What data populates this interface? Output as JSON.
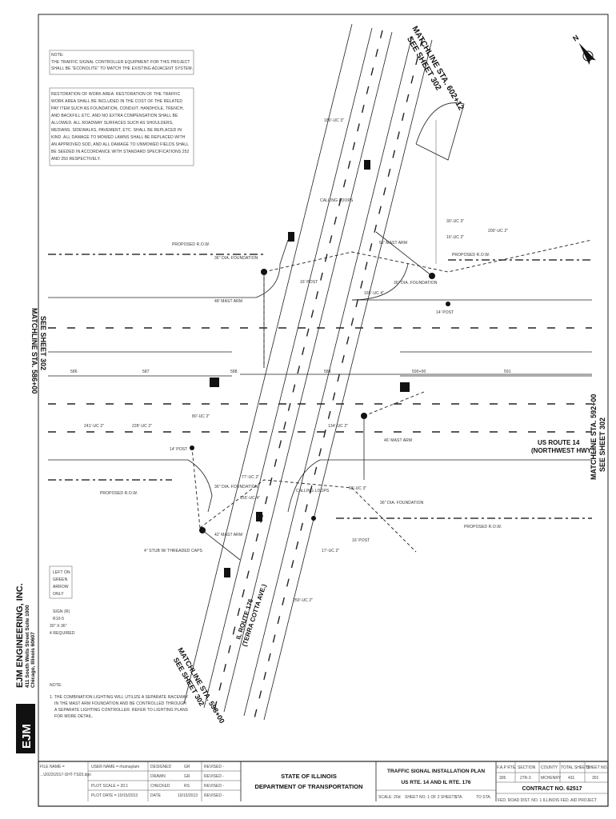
{
  "notes": {
    "controller_title": "NOTE:",
    "controller_text": [
      "THE TRAFFIC SIGNAL CONTROLLER EQUIPMENT FOR THIS PROJECT",
      "SHALL BE \"ECONOLITE\" TO MATCH THE EXISTING ADJACENT SYSTEM."
    ],
    "restoration_text": [
      "RESTORATION OF WORK AREA: RESTORATION OF THE TRAFFIC",
      "WORK AREA SHALL BE INCLUDED IN THE COST OF THE RELATED",
      "PAY ITEM SUCH AS FOUNDATION, CONDUIT, HANDHOLE, TRENCH,",
      "AND BACKFILL ETC. AND NO EXTRA COMPENSATION SHALL BE",
      "ALLOWED. ALL ROADWAY SURFACES SUCH AS SHOULDERS,",
      "MEDIANS, SIDEWALKS, PAVEMENT, ETC. SHALL BE REPLACED IN",
      "KIND. ALL DAMAGE TO MOWED LAWNS SHALL BE REPLACED WITH",
      "AN APPROVED SOD, AND ALL DAMAGE TO UNMOWED FIELDS SHALL",
      "BE SEEDED IN ACCORDANCE WITH STANDARD SPECIFICATIONS 252",
      "AND 250 RESPECTIVELY."
    ],
    "lighting_title": "NOTE:",
    "lighting_text": [
      "1. THE COMBINATION LIGHTING WILL UTILIZE A SEPARATE RACEWAY",
      "IN THE MAST ARM FOUNDATION AND BE CONTROLLED THROUGH",
      "A SEPARATE LIGHTING CONTROLLER. REFER TO LIGHTING PLANS",
      "FOR MORE DETAIL."
    ]
  },
  "sign": {
    "text": [
      "LEFT ON",
      "GREEN",
      "ARROW",
      "ONLY"
    ],
    "legend": [
      "SIGN (R)",
      "R10-5",
      "30\" X 36\"",
      "4 REQUIRED"
    ]
  },
  "matchlines": {
    "top": [
      "MATCHLINE STA. 602+12",
      "SEE SHEET 302"
    ],
    "left": [
      "MATCHLINE STA. 586+00",
      "SEE SHEET 302"
    ],
    "right": [
      "MATCHLINE STA. 592+00",
      "SEE SHEET 302"
    ],
    "bottom": [
      "MATCHLINE STA. 598+00",
      "SEE SHEET 302"
    ]
  },
  "roads": {
    "us14": [
      "US ROUTE 14",
      "(NORTHWEST HWY.)"
    ],
    "il176": [
      "IL ROUTE 176",
      "(TERRA COTTA AVE.)"
    ]
  },
  "stations": [
    "586",
    "587",
    "588",
    "589",
    "590+00",
    "591"
  ],
  "labels": {
    "row": "PROPOSED R.O.W.",
    "calling_loops": "CALLING LOOPS",
    "mast_48": "48' MAST ARM",
    "mast_52": "52' MAST ARM",
    "mast_42": "42' MAST ARM",
    "mast_46": "46' MAST ARM",
    "foundation": "36\" DIA. FOUNDATION",
    "post_14": "14' POST",
    "post_16": "16' POST",
    "stub": "4\" STUB W/ THREADED CAPS",
    "uc": [
      "180'-UC 3\"",
      "30'-UC 3\"",
      "16'-UC 2\"",
      "200'-UC 2\"",
      "165'-UC 4\"",
      "241'-UC 2\"",
      "228'-UC 2\"",
      "80'-UC 2\"",
      "77'-UC 2\"",
      "155'-UC 4\"",
      "68'-UC 3\"",
      "17'-UC 2\"",
      "250'-UC 2\"",
      "134'-UC 2\""
    ]
  },
  "firm": {
    "logo": "EJM",
    "name": "EJM ENGINEERING, INC.",
    "address1": "411 South Wells Street Suite 1000",
    "address2": "Chicago, Illinois 60607"
  },
  "title_block": {
    "file_name_label": "FILE NAME =",
    "file_name": "...\\2023\\2017-SHT-TS03.dgn",
    "user_name": "USER NAME = rhumaylam",
    "plot_scale": "PLOT SCALE = 20:1",
    "plot_date": "PLOT DATE = 10/15/2013",
    "designed": [
      "DESIGNED",
      "-",
      "GR"
    ],
    "drawn": [
      "DRAWN",
      "-",
      "GR"
    ],
    "checked": [
      "CHECKED",
      "-",
      "RS"
    ],
    "date": [
      "DATE",
      "-",
      "10/15/2013"
    ],
    "revised": "REVISED -",
    "agency1": "STATE OF ILLINOIS",
    "agency2": "DEPARTMENT OF TRANSPORTATION",
    "sheet_title1": "TRAFFIC SIGNAL INSTALLATION PLAN",
    "sheet_title2": "US RTE. 14 AND IL RTE. 176",
    "scale": "SCALE: 20d",
    "sheet_no": "SHEET NO. 1 OF 2 SHEETS",
    "sta_from": "STA.",
    "sta_to": "TO STA.",
    "fap_label": "F.A.P RTE.",
    "section_label": "SECTION",
    "county_label": "COUNTY",
    "total_label": "TOTAL SHEETS",
    "sheet_label": "SHEET NO.",
    "fap": "305",
    "section": "27R-3",
    "county": "MCHENRY",
    "total": "431",
    "sheet": "301",
    "contract": "CONTRACT NO. 62517",
    "footer": "FED. ROAD DIST. NO. 1  ILLINOIS FED. AID PROJECT"
  },
  "north_arrow": "N"
}
